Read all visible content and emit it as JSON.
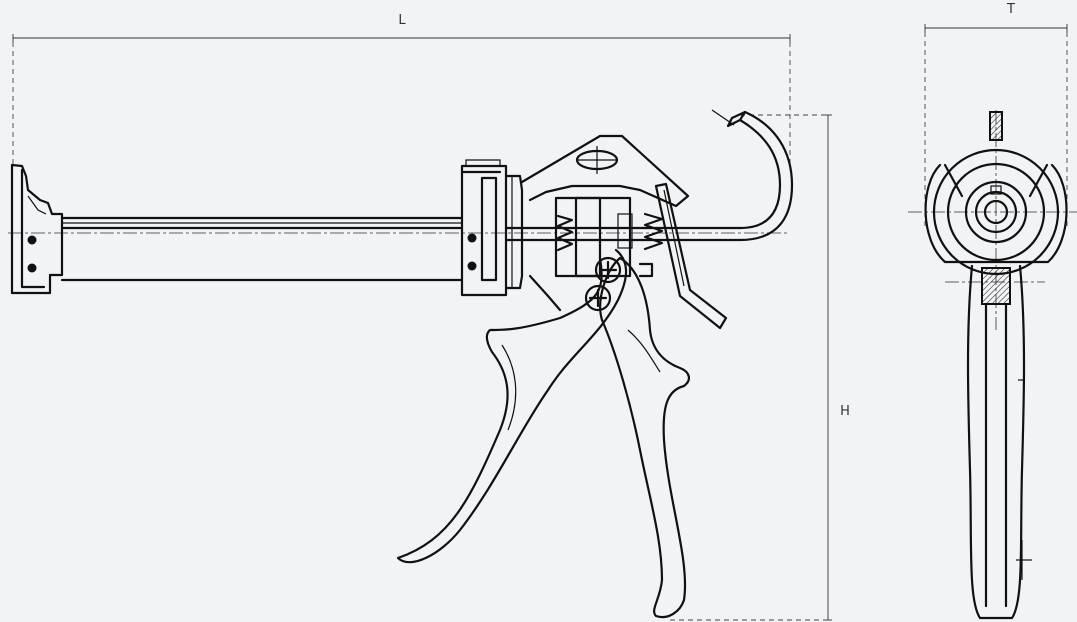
{
  "drawing": {
    "labels": {
      "length": "L",
      "height": "H",
      "thickness": "T"
    },
    "colors": {
      "background": "#f2f3f5",
      "line": "#111111"
    }
  }
}
